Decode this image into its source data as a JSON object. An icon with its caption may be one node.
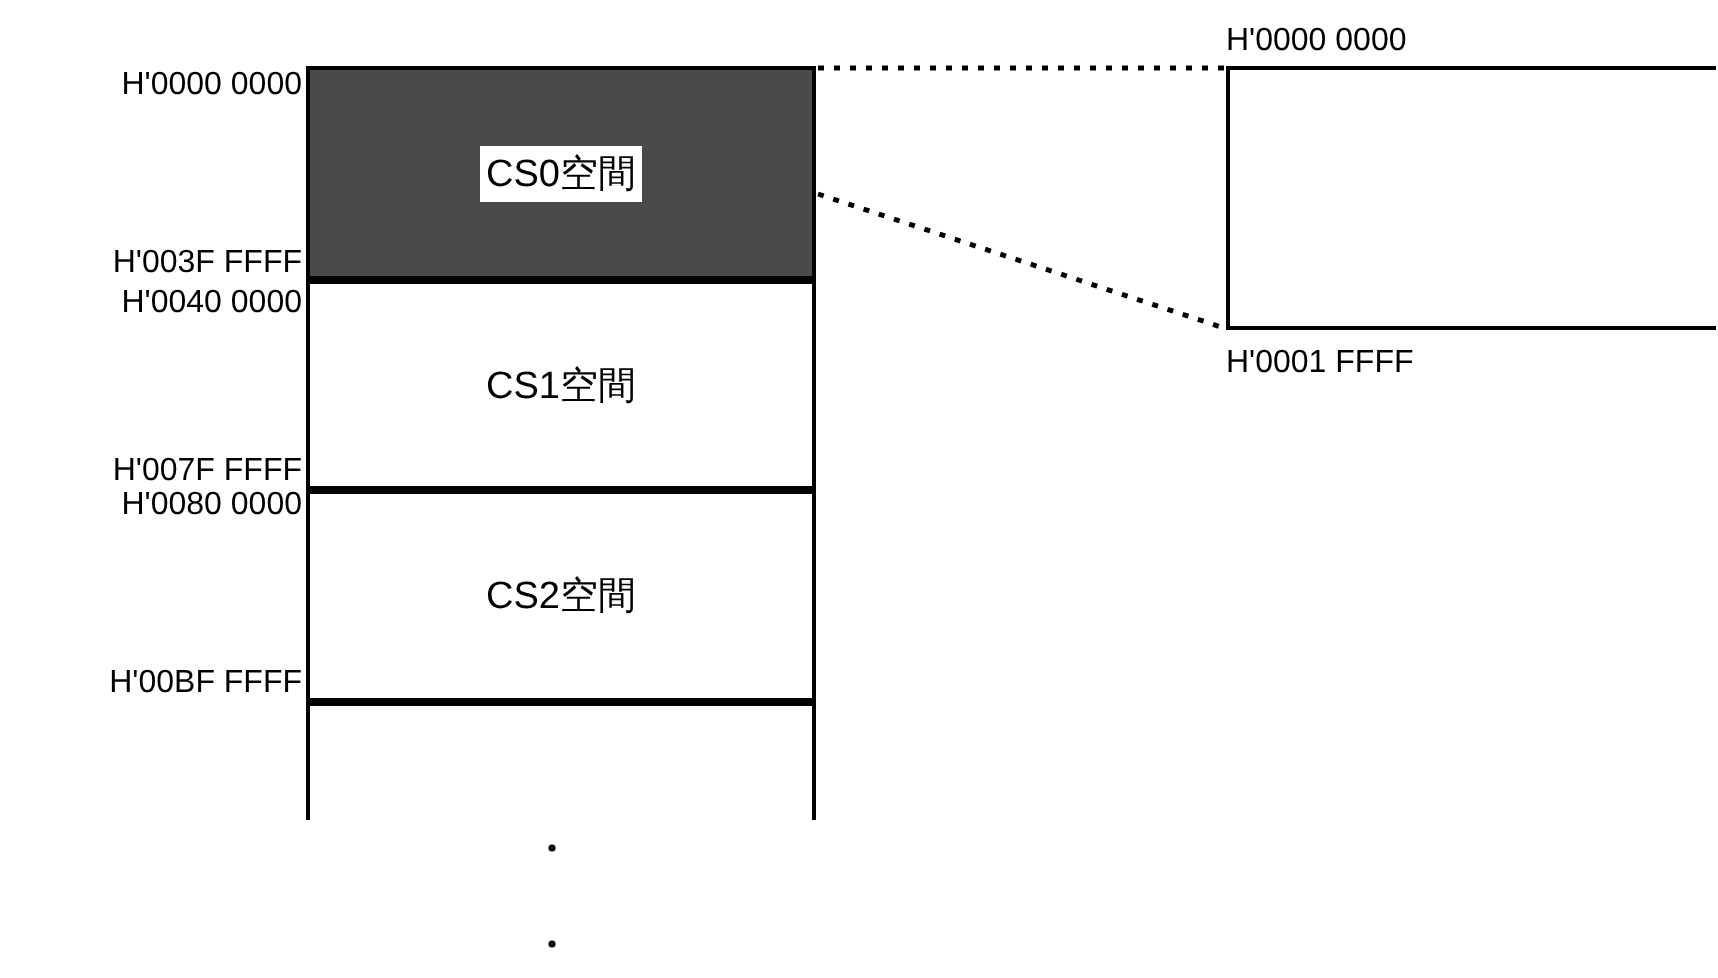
{
  "diagram": {
    "nodes": [
      {
        "text": [
          "CS0空間"
        ]
      },
      {
        "text": [
          "CS1空間"
        ]
      },
      {
        "text": [
          "CS2空間"
        ]
      },
      {
        "text": [],
        "shape": "box"
      },
      {
        "text": [],
        "shape": "box"
      }
    ],
    "edges": [
      {
        "from": 0,
        "to": 4,
        "arrow": "none",
        "style": "dashed"
      },
      {
        "from": 0,
        "to": 4,
        "arrow": "none",
        "style": "dashed"
      }
    ],
    "labels": [
      "H'0000 0000",
      "H'003F FFFF",
      "H'0040 0000",
      "H'007F FFFF",
      "H'0080 0000",
      "H'00BF FFFF",
      "H'0000 0000",
      "H'0001 FFFF"
    ]
  }
}
